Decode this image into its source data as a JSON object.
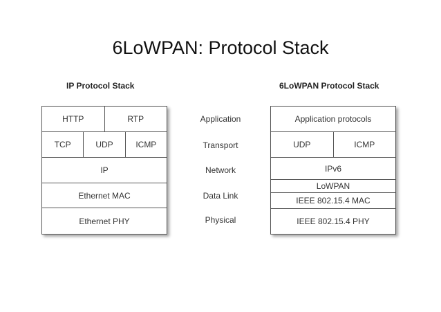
{
  "title": "6LoWPAN: Protocol Stack",
  "ip_stack": {
    "title": "IP Protocol Stack",
    "rows": [
      [
        "HTTP",
        "RTP"
      ],
      [
        "TCP",
        "UDP",
        "ICMP"
      ],
      [
        "IP"
      ],
      [
        "Ethernet MAC"
      ],
      [
        "Ethernet PHY"
      ]
    ]
  },
  "layers": [
    "Application",
    "Transport",
    "Network",
    "Data Link",
    "Physical"
  ],
  "lowpan_stack": {
    "title": "6LoWPAN Protocol Stack",
    "rows": [
      [
        "Application protocols"
      ],
      [
        "UDP",
        "ICMP"
      ],
      [
        "IPv6"
      ],
      [
        "LoWPAN"
      ],
      [
        "IEEE 802.15.4 MAC"
      ],
      [
        "IEEE 802.15.4 PHY"
      ]
    ]
  }
}
